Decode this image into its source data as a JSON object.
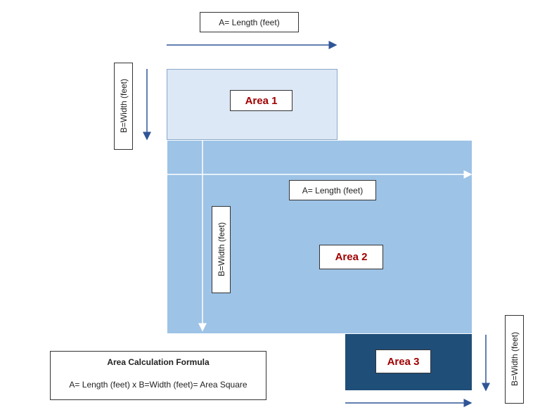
{
  "labels": {
    "length": "A= Length (feet)",
    "width": "B=Width (feet)"
  },
  "areas": [
    {
      "label": "Area 1",
      "color": "#dce8f5"
    },
    {
      "label": "Area 2",
      "color": "#9dc3e6"
    },
    {
      "label": "Area 3",
      "color": "#1f4e79"
    }
  ],
  "formula": {
    "title": "Area Calculation Formula",
    "text": "A= Length (feet) x B=Width (feet)= Area Square"
  },
  "colors": {
    "arrow": "#2f5597",
    "area_label": "#a00000"
  }
}
